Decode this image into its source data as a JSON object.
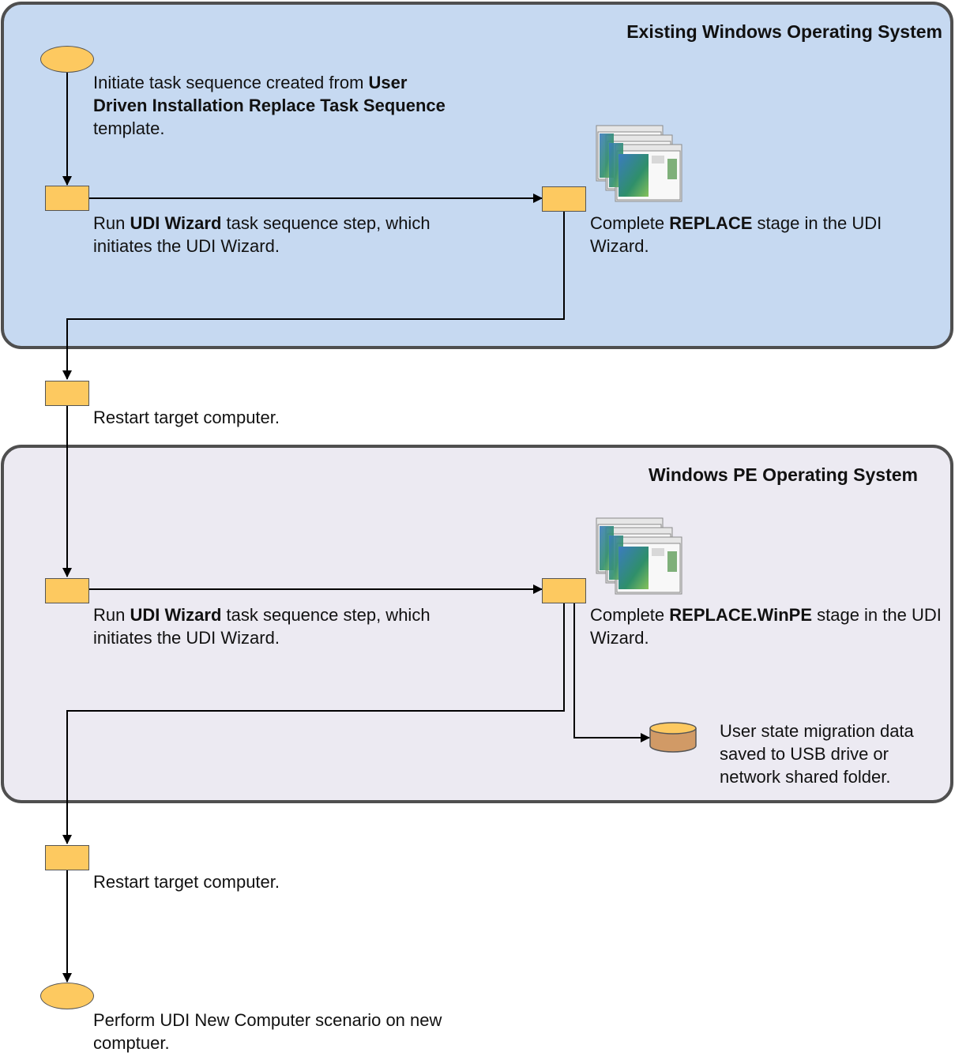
{
  "regions": {
    "existing": {
      "title": "Existing Windows Operating System"
    },
    "winpe": {
      "title": "Windows PE Operating System"
    }
  },
  "steps": {
    "start": {
      "pre": "Initiate task sequence created from ",
      "bold": "User Driven Installation Replace Task Sequence",
      "post": " template."
    },
    "run_udi_1": {
      "pre": "Run ",
      "bold": "UDI Wizard",
      "post": " task sequence step, which initiates the UDI Wizard."
    },
    "complete_replace": {
      "pre": "Complete ",
      "bold": "REPLACE",
      "post": " stage in the UDI Wizard."
    },
    "restart_1": {
      "text": "Restart target computer."
    },
    "run_udi_2": {
      "pre": "Run ",
      "bold": "UDI Wizard",
      "post": " task sequence step, which initiates the UDI Wizard."
    },
    "complete_winpe": {
      "pre": "Complete ",
      "bold": "REPLACE.WinPE",
      "post": " stage in the UDI Wizard."
    },
    "usmt_data": {
      "text": "User state migration data saved to USB drive or network shared folder."
    },
    "restart_2": {
      "text": "Restart target computer."
    },
    "end": {
      "text": "Perform UDI New Computer scenario on new comptuer."
    }
  },
  "icons": {
    "wizard_1": "wizard-windows-icon",
    "wizard_2": "wizard-windows-icon",
    "storage": "database-icon"
  },
  "colors": {
    "existing_region": "#c6d9f1",
    "winpe_region": "#eceaf2",
    "node_fill": "#fdc960",
    "db_fill": "#d19a66",
    "border": "#4f4f4f"
  }
}
